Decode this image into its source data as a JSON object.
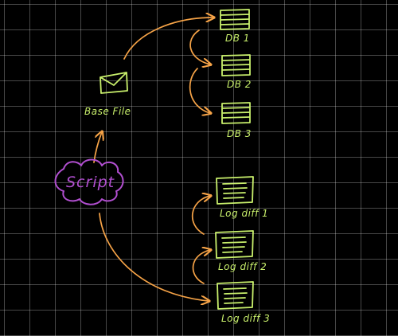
{
  "colors": {
    "background": "#000000",
    "grid": "#555555",
    "arrow": "#f6a347",
    "node": "#c9f06c",
    "script": "#b24fd1"
  },
  "nodes": {
    "script": {
      "label": "Script",
      "icon": "cloud-icon"
    },
    "base_file": {
      "label": "Base File",
      "icon": "envelope-icon"
    },
    "databases": [
      {
        "label": "DB 1",
        "icon": "database-icon"
      },
      {
        "label": "DB 2",
        "icon": "database-icon"
      },
      {
        "label": "DB 3",
        "icon": "database-icon"
      }
    ],
    "log_diffs": [
      {
        "label": "Log diff  1",
        "icon": "document-icon"
      },
      {
        "label": "Log diff 2",
        "icon": "document-icon"
      },
      {
        "label": "Log diff 3",
        "icon": "document-icon"
      }
    ]
  },
  "edges": [
    {
      "from": "Script",
      "to": "Base File"
    },
    {
      "from": "Base File",
      "to": "DB 1"
    },
    {
      "from": "DB 1",
      "to": "DB 2"
    },
    {
      "from": "DB 2",
      "to": "DB 3"
    },
    {
      "from": "Script",
      "to": "Log diff 3"
    },
    {
      "from": "Log diff 3",
      "to": "Log diff 2"
    },
    {
      "from": "Log diff 2",
      "to": "Log diff  1"
    }
  ]
}
